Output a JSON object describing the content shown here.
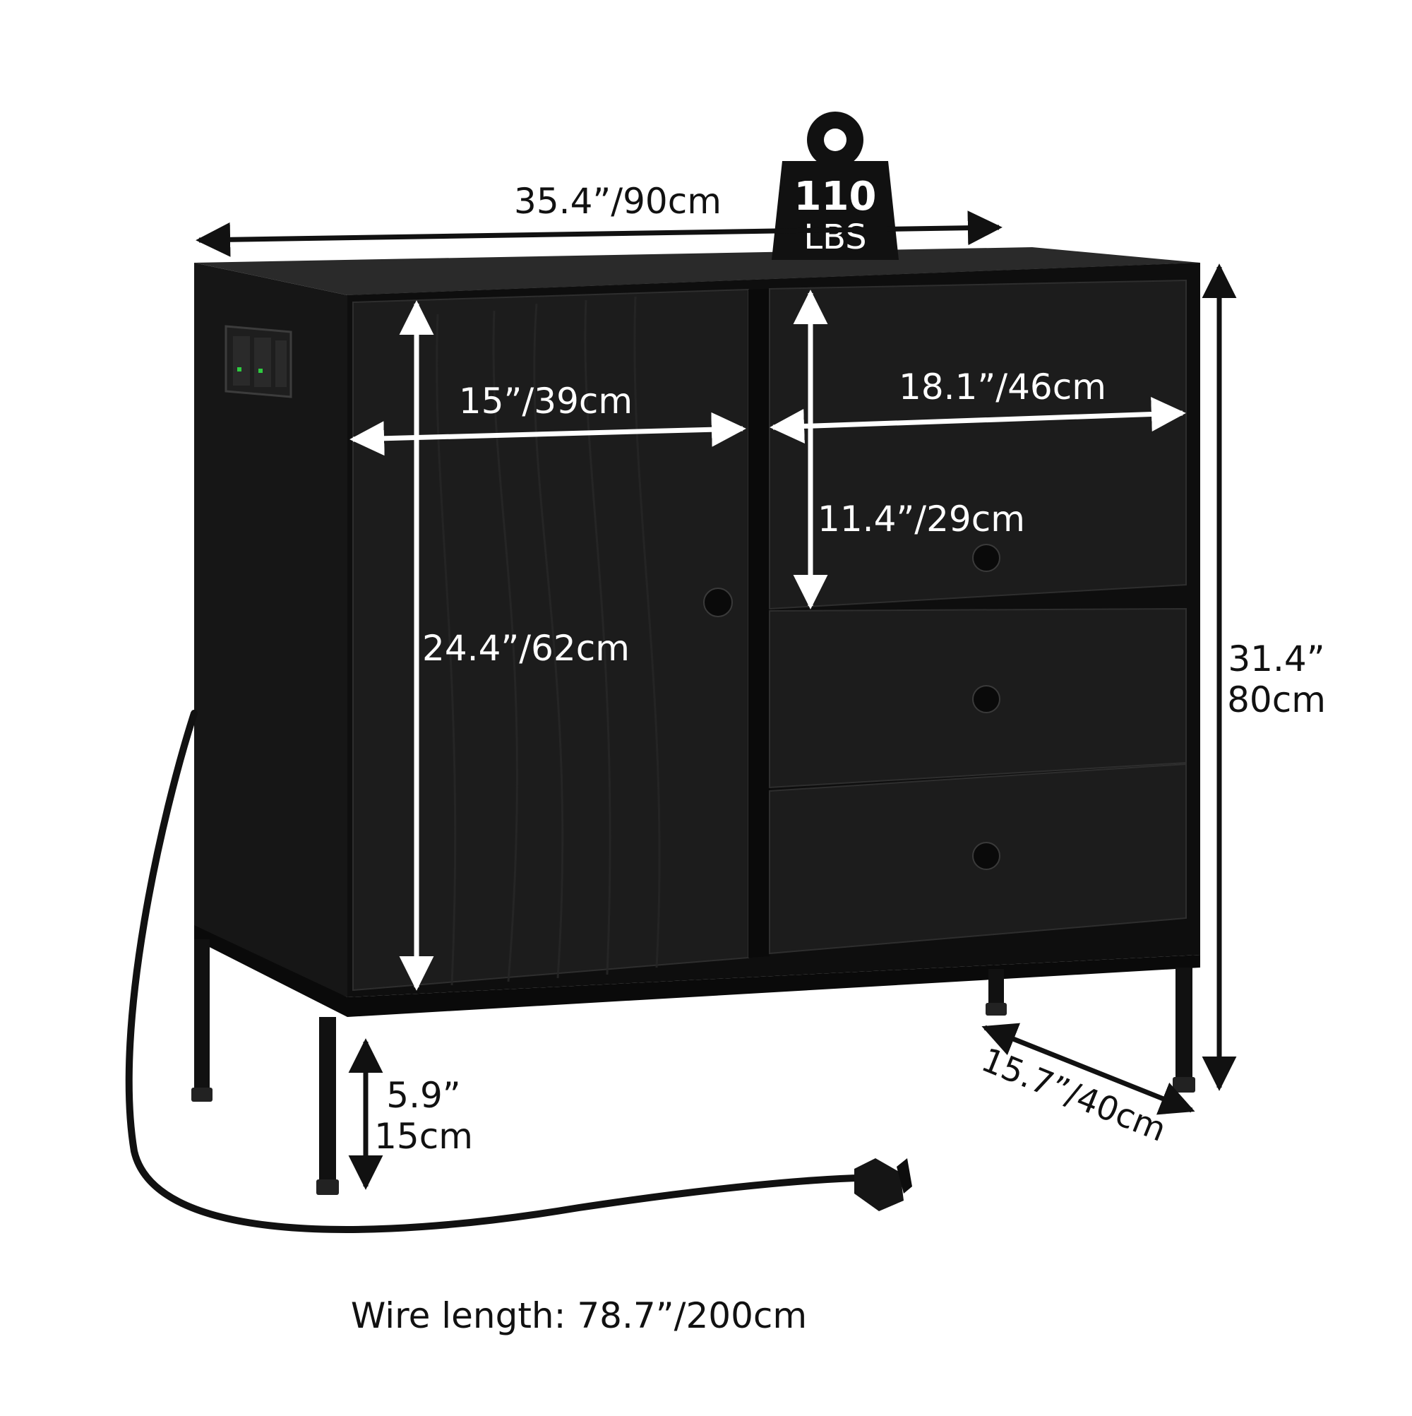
{
  "weight": {
    "value": "110",
    "unit": "LBS"
  },
  "dimensions": {
    "total_width": "35.4”/90cm",
    "door_width": "15”/39cm",
    "drawer_width": "18.1”/46cm",
    "door_height": "24.4”/62cm",
    "drawer_height": "11.4”/29cm",
    "total_height_in": "31.4”",
    "total_height_cm": "80cm",
    "leg_height_in": "5.9”",
    "leg_height_cm": "15cm",
    "depth": "15.7”/40cm"
  },
  "wire_length": "Wire length: 78.7”/200cm",
  "colors": {
    "cabinet": "#111111",
    "panel": "#1a1a1a",
    "annotation_white": "#ffffff",
    "annotation_dark": "#111111"
  },
  "icons": [
    "weight-icon",
    "power-socket-icon",
    "plug-icon"
  ]
}
